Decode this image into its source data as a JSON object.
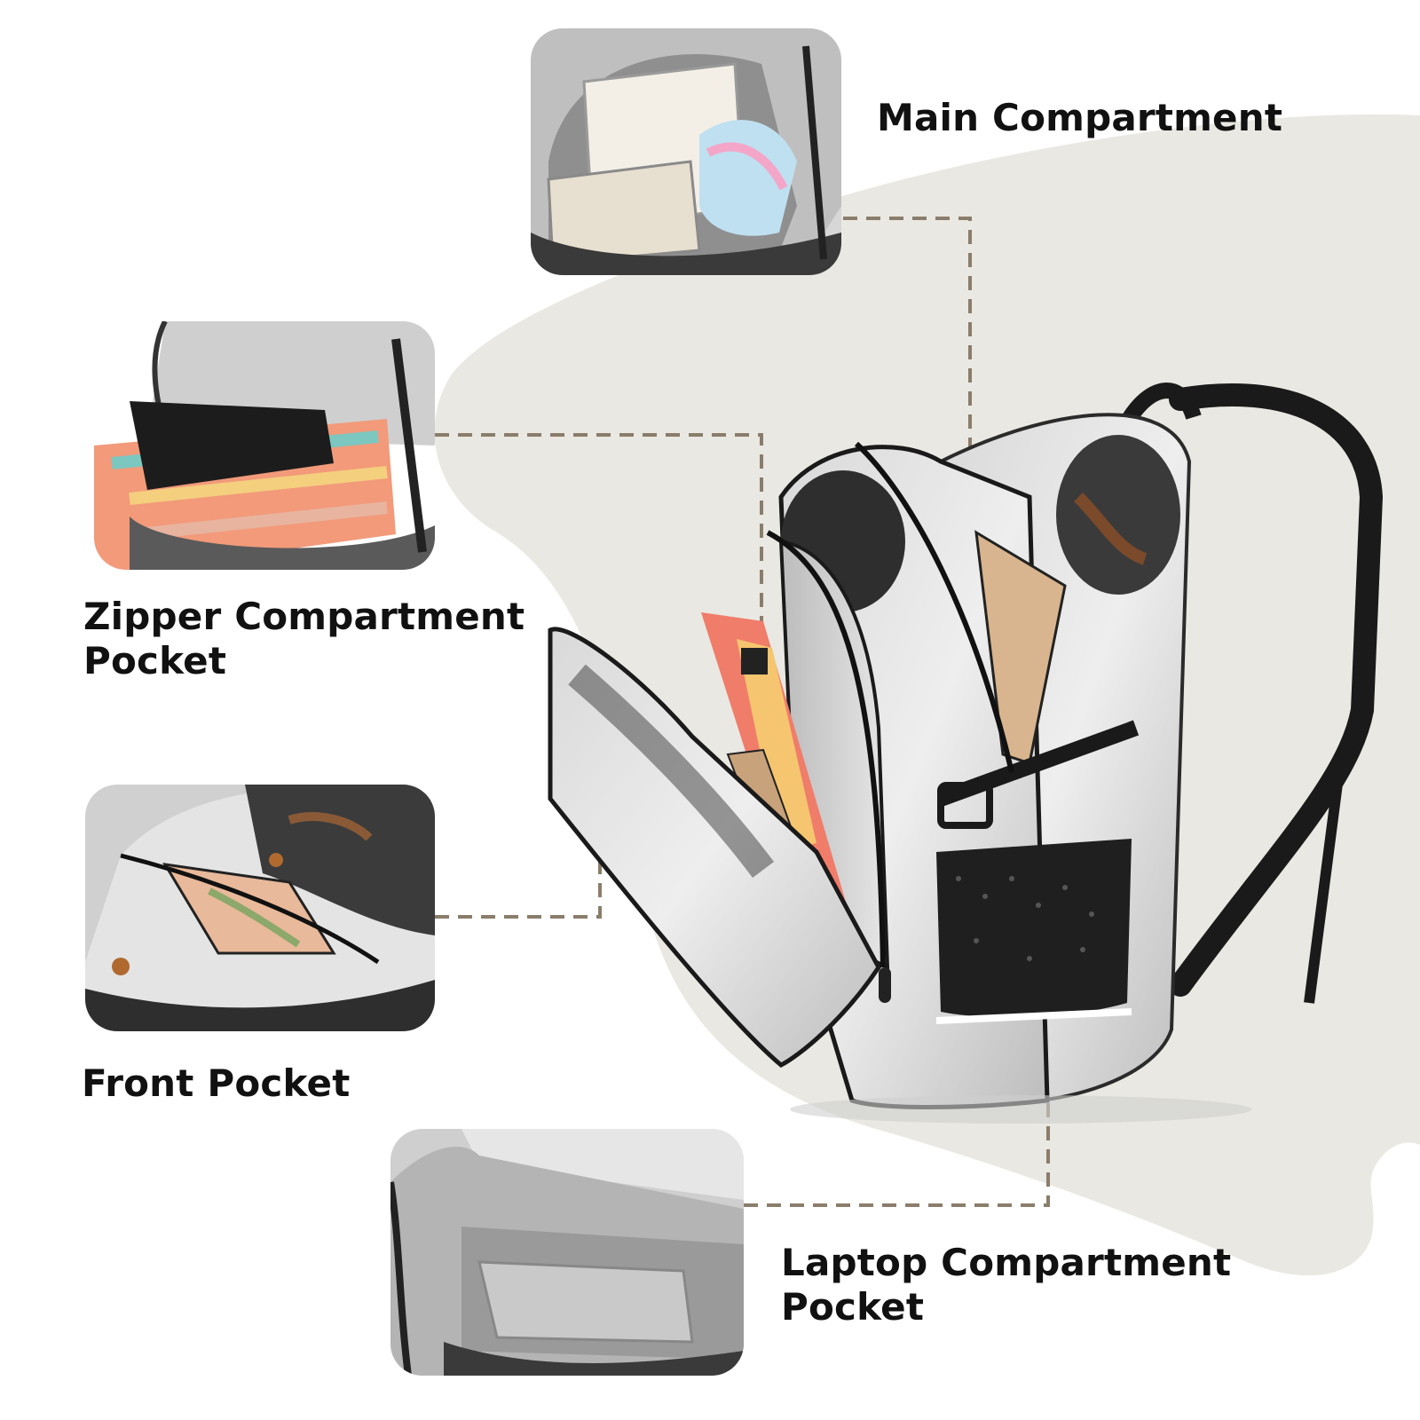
{
  "colors": {
    "background": "#ffffff",
    "blob": "#e9e8e2",
    "leader_line": "#8b7d6b",
    "label_text": "#111111"
  },
  "icons": [
    "main-compartment-photo",
    "zipper-compartment-photo",
    "front-pocket-photo",
    "laptop-compartment-photo",
    "backpack-photo"
  ],
  "callouts": {
    "main_compartment": {
      "line1": "Main Compartment"
    },
    "zipper_compartment": {
      "line1": "Zipper Compartment",
      "line2": "Pocket"
    },
    "front_pocket": {
      "line1": "Front Pocket"
    },
    "laptop_compartment": {
      "line1": "Laptop Compartment",
      "line2": "Pocket"
    }
  }
}
